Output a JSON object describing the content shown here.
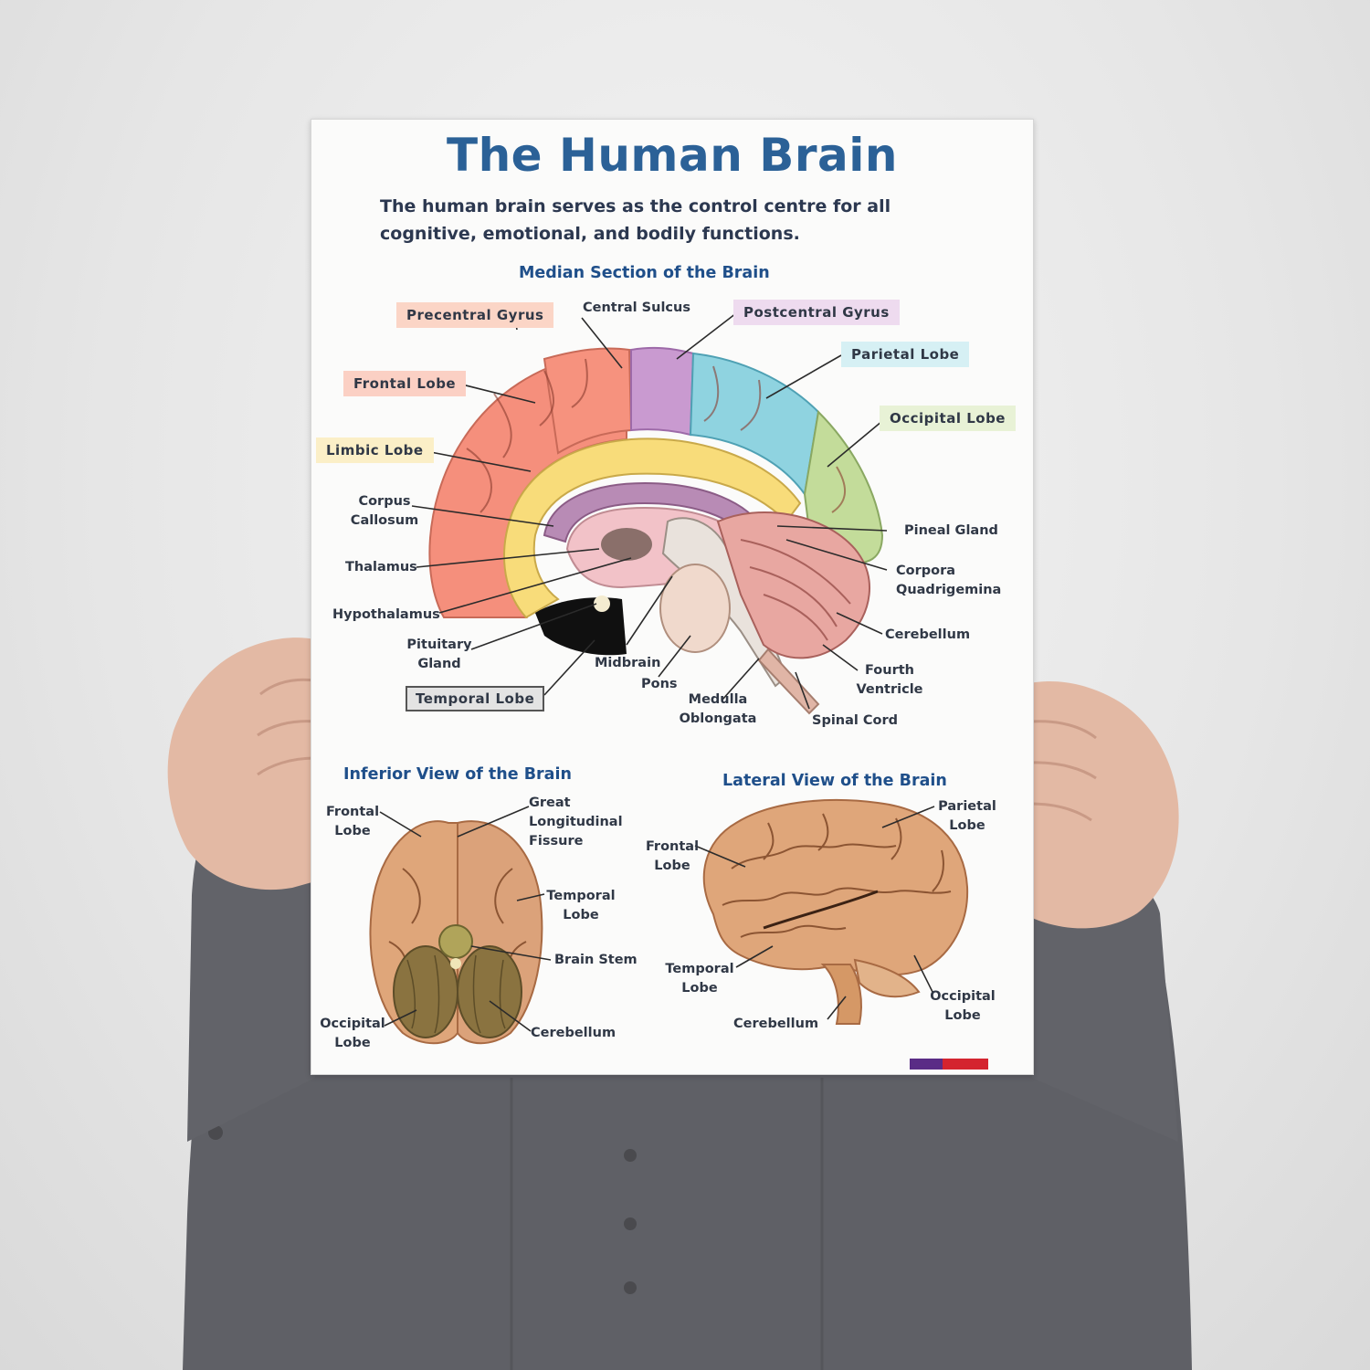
{
  "poster": {
    "title": "The Human Brain",
    "intro": "The human brain serves as the control centre for all cognitive, emotional, and bodily functions."
  },
  "median": {
    "heading": "Median Section of the Brain",
    "boxes": {
      "precentral": "Precentral Gyrus",
      "postcentral": "Postcentral Gyrus",
      "parietal": "Parietal Lobe",
      "frontal": "Frontal Lobe",
      "occipital": "Occipital Lobe",
      "limbic": "Limbic Lobe",
      "temporal": "Temporal Lobe"
    },
    "labels": {
      "central_sulcus": "Central Sulcus",
      "corpus": "Corpus",
      "callosum": "Callosum",
      "thalamus": "Thalamus",
      "hypothalamus": "Hypothalamus",
      "pituitary": "Pituitary",
      "gland": "Gland",
      "midbrain": "Midbrain",
      "pons": "Pons",
      "medulla": "Medulla",
      "oblongata": "Oblongata",
      "spinal_cord": "Spinal Cord",
      "pineal": "Pineal Gland",
      "corpora": "Corpora",
      "quadrigemina": "Quadrigemina",
      "cerebellum": "Cerebellum",
      "fourth": "Fourth",
      "ventricle": "Ventricle"
    }
  },
  "inferior": {
    "heading": "Inferior View of the Brain",
    "labels": {
      "frontal1": "Frontal",
      "frontal2": "Lobe",
      "great": "Great",
      "longitudinal": "Longitudinal",
      "fissure": "Fissure",
      "temporal1": "Temporal",
      "temporal2": "Lobe",
      "brainstem": "Brain Stem",
      "occipital1": "Occipital",
      "occipital2": "Lobe",
      "cerebellum": "Cerebellum"
    }
  },
  "lateral": {
    "heading": "Lateral View of the Brain",
    "labels": {
      "parietal1": "Parietal",
      "parietal2": "Lobe",
      "frontal1": "Frontal",
      "frontal2": "Lobe",
      "temporal1": "Temporal",
      "temporal2": "Lobe",
      "occipital1": "Occipital",
      "occipital2": "Lobe",
      "cerebellum": "Cerebellum"
    }
  },
  "colors": {
    "title": "#2b6197",
    "frontal": "#f58f7c",
    "precentral": "#f58f7c",
    "central": "#c99ad0",
    "parietal": "#8fd3e0",
    "occipital": "#c3dc9a",
    "limbic": "#f8dc7a",
    "temporal_box": "#e3e3e3",
    "brain_tan": "#dfa67a"
  }
}
